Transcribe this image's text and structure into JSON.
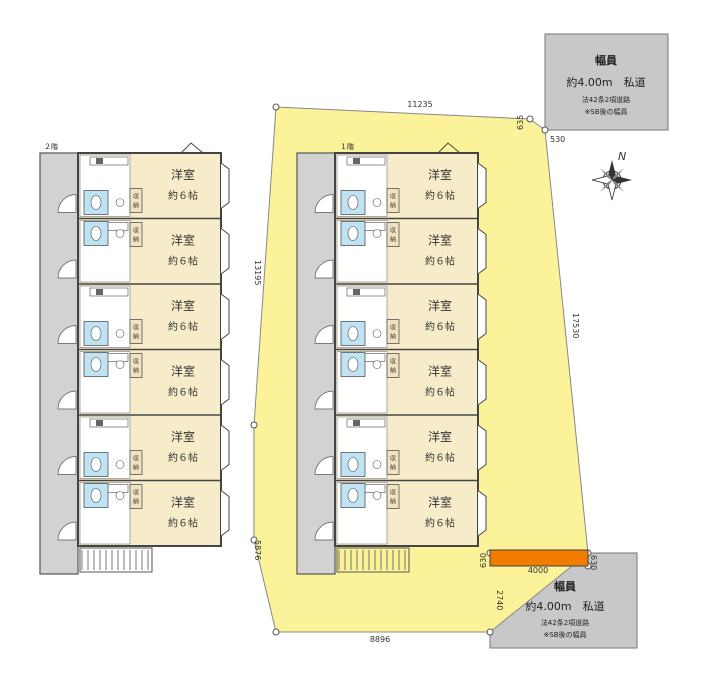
{
  "roads": {
    "top": {
      "title": "幅員",
      "width": "約4.00m　私道",
      "note1": "法42条2項道路",
      "note2": "※SB後の幅員"
    },
    "bottom": {
      "title": "幅員",
      "width": "約4.00m　私道",
      "note1": "法42条2項道路",
      "note2": "※SB後の幅員"
    }
  },
  "dimensions": {
    "top": "11235",
    "left_upper": "13195",
    "left_lower": "5876",
    "bottom": "8896",
    "right": "17530",
    "frontage": "4000",
    "bottom_right_side": "2740",
    "setback_top_a": "635",
    "setback_top_b": "530",
    "setback_bottom_a": "630",
    "setback_bottom_b": "630"
  },
  "floors": {
    "second": {
      "label": "２階"
    },
    "first": {
      "label": "１階"
    }
  },
  "room": {
    "type": "洋室",
    "size": "約６帖",
    "closet": [
      "収",
      "納"
    ]
  },
  "compass": {
    "north": "N"
  },
  "colors": {
    "site": "#fbf29a",
    "road": "#c8c8c8",
    "frontage": "#f07d00",
    "wall": "#555555",
    "floor": "#f7ecc9",
    "bath": "#bfe3f3",
    "parking": "#d2d2d2"
  }
}
